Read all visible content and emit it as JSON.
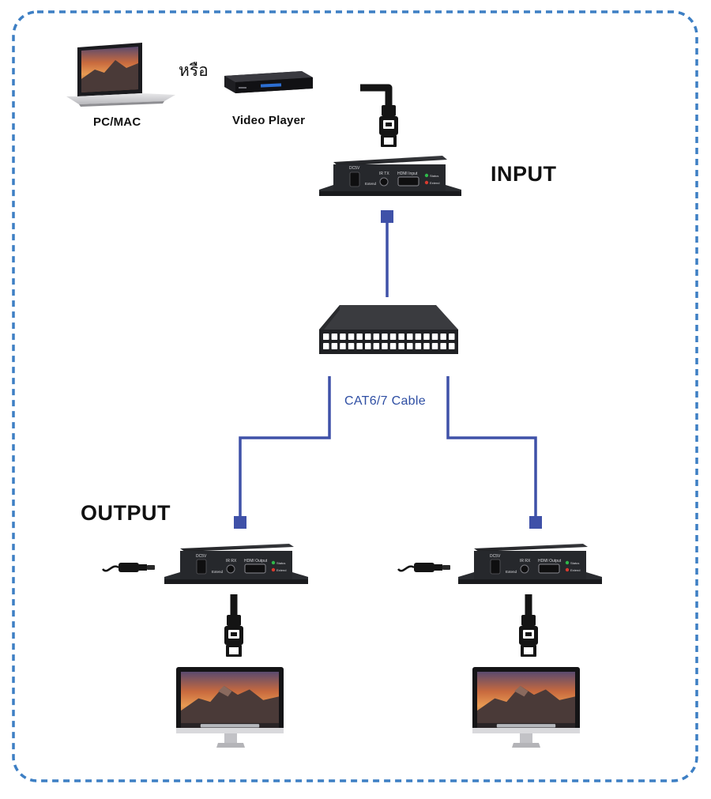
{
  "sources": {
    "pc_label": "PC/MAC",
    "or_label": "หรือ",
    "player_label": "Video Player"
  },
  "input_label": "INPUT",
  "output_label": "OUTPUT",
  "cable_label": "CAT6/7 Cable",
  "transmitter": {
    "power_text": "DC5V",
    "ir_text": "IR TX",
    "ir_sub_text": "Extend",
    "hdmi_text": "HDMI Input",
    "led_top_text": "Status",
    "led_bottom_text": "Extend"
  },
  "receiver": {
    "power_text": "DC5V",
    "ir_text": "IR RX",
    "ir_sub_text": "Extend",
    "hdmi_text": "HDMI Output",
    "led_top_text": "Status",
    "led_bottom_text": "Extend"
  },
  "colors": {
    "border": "#3d7fc4",
    "cable": "#3f51a8",
    "device_body": "#2b2d31",
    "led_green": "#2fb84a",
    "led_red": "#d63a2f"
  }
}
